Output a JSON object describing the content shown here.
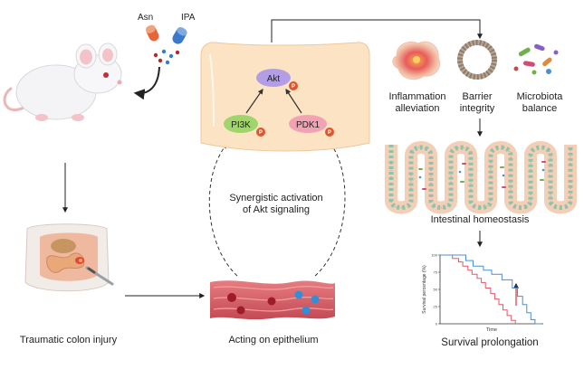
{
  "compounds": {
    "asn": "Asn",
    "ipa": "IPA"
  },
  "signaling": {
    "akt": "Akt",
    "pi3k": "PI3K",
    "pdk1": "PDK1",
    "phospho": "P",
    "synergy_line1": "Synergistic activation",
    "synergy_line2": "of Akt signaling"
  },
  "effects": {
    "inflammation_line1": "Inflammation",
    "inflammation_line2": "alleviation",
    "barrier_line1": "Barrier",
    "barrier_line2": "integrity",
    "microbiota_line1": "Microbiota",
    "microbiota_line2": "balance"
  },
  "stages": {
    "injury": "Traumatic colon injury",
    "epithelium": "Acting on epithelium",
    "homeostasis": "Intestinal homeostasis",
    "survival": "Survival prolongation"
  },
  "chart_data": {
    "type": "line",
    "ylabel": "Survival percentage (%)",
    "xlabel": "Time",
    "yticks": [
      "100",
      "75",
      "50",
      "25",
      "0"
    ],
    "ylim": [
      0,
      100
    ],
    "xlim": [
      0,
      10
    ],
    "series": [
      {
        "color": "#e05a6a",
        "points": [
          [
            0,
            100
          ],
          [
            1.2,
            100
          ],
          [
            1.2,
            95
          ],
          [
            1.8,
            95
          ],
          [
            1.8,
            90
          ],
          [
            2.2,
            90
          ],
          [
            2.2,
            84
          ],
          [
            2.7,
            84
          ],
          [
            2.7,
            78
          ],
          [
            3.1,
            78
          ],
          [
            3.1,
            72
          ],
          [
            3.6,
            72
          ],
          [
            3.6,
            66
          ],
          [
            4.0,
            66
          ],
          [
            4.0,
            60
          ],
          [
            4.4,
            60
          ],
          [
            4.4,
            52
          ],
          [
            4.9,
            52
          ],
          [
            4.9,
            44
          ],
          [
            5.3,
            44
          ],
          [
            5.3,
            36
          ],
          [
            5.7,
            36
          ],
          [
            5.7,
            28
          ],
          [
            6.1,
            28
          ],
          [
            6.1,
            20
          ],
          [
            6.5,
            20
          ],
          [
            6.5,
            12
          ],
          [
            6.9,
            12
          ],
          [
            6.9,
            5
          ],
          [
            7.3,
            5
          ],
          [
            7.3,
            0
          ]
        ]
      },
      {
        "color": "#4a8fd6",
        "points": [
          [
            0,
            100
          ],
          [
            2.5,
            100
          ],
          [
            2.5,
            92
          ],
          [
            3.2,
            92
          ],
          [
            3.2,
            84
          ],
          [
            4.2,
            84
          ],
          [
            4.2,
            78
          ],
          [
            5.0,
            78
          ],
          [
            5.0,
            72
          ],
          [
            6.0,
            72
          ],
          [
            6.0,
            64
          ],
          [
            7.0,
            64
          ],
          [
            7.0,
            52
          ],
          [
            7.5,
            52
          ],
          [
            7.5,
            40
          ],
          [
            8.0,
            40
          ],
          [
            8.0,
            28
          ],
          [
            8.4,
            28
          ],
          [
            8.4,
            16
          ],
          [
            8.8,
            16
          ],
          [
            8.8,
            6
          ],
          [
            9.2,
            6
          ],
          [
            9.2,
            0
          ],
          [
            9.8,
            0
          ]
        ]
      }
    ]
  },
  "colors": {
    "cell": "#fbe3c4",
    "pi3k": "#9fd56a",
    "pdk1": "#f3a2b4",
    "akt": "#b39ee6",
    "phospho": "#e0552a",
    "asn": "#e8643a",
    "ipa": "#3a78c9",
    "tissue": "#d9666d"
  }
}
